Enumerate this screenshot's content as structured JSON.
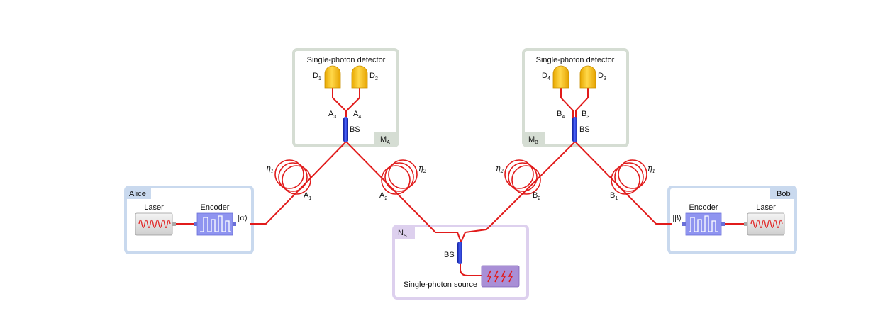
{
  "detector_left": {
    "title": "Single-photon detector",
    "d1": "D",
    "d1_sub": "1",
    "d2": "D",
    "d2_sub": "2",
    "port_a3": "A",
    "port_a3_sub": "3",
    "port_a4": "A",
    "port_a4_sub": "4",
    "bs": "BS",
    "tag": "M",
    "tag_sub": "A"
  },
  "detector_right": {
    "title": "Single-photon detector",
    "d4": "D",
    "d4_sub": "4",
    "d3": "D",
    "d3_sub": "3",
    "port_b4": "B",
    "port_b4_sub": "4",
    "port_b3": "B",
    "port_b3_sub": "3",
    "bs": "BS",
    "tag": "M",
    "tag_sub": "B"
  },
  "alice": {
    "name": "Alice",
    "laser": "Laser",
    "encoder": "Encoder",
    "state": "|α⟩"
  },
  "bob": {
    "name": "Bob",
    "laser": "Laser",
    "encoder": "Encoder",
    "state": "|β⟩"
  },
  "source": {
    "tag": "N",
    "tag_sub": "S",
    "bs": "BS",
    "label": "Single-photon source"
  },
  "fibers": {
    "left_outer": {
      "eta": "η",
      "eta_sub": "1",
      "port": "A",
      "port_sub": "1"
    },
    "left_inner": {
      "eta": "η",
      "eta_sub": "2",
      "port": "A",
      "port_sub": "2"
    },
    "right_inner": {
      "eta": "η",
      "eta_sub": "2",
      "port": "B",
      "port_sub": "2"
    },
    "right_outer": {
      "eta": "η",
      "eta_sub": "1",
      "port": "B",
      "port_sub": "1"
    }
  },
  "colors": {
    "fiber": "#e11b1b",
    "detector_box": "#d5ddd3",
    "party_box": "#c9d9ee",
    "source_box": "#ddd0ee",
    "detector": "#f5c518",
    "beamsplitter": "#2233cc",
    "encoder": "#8f94f0",
    "source": "#a98fd6"
  }
}
